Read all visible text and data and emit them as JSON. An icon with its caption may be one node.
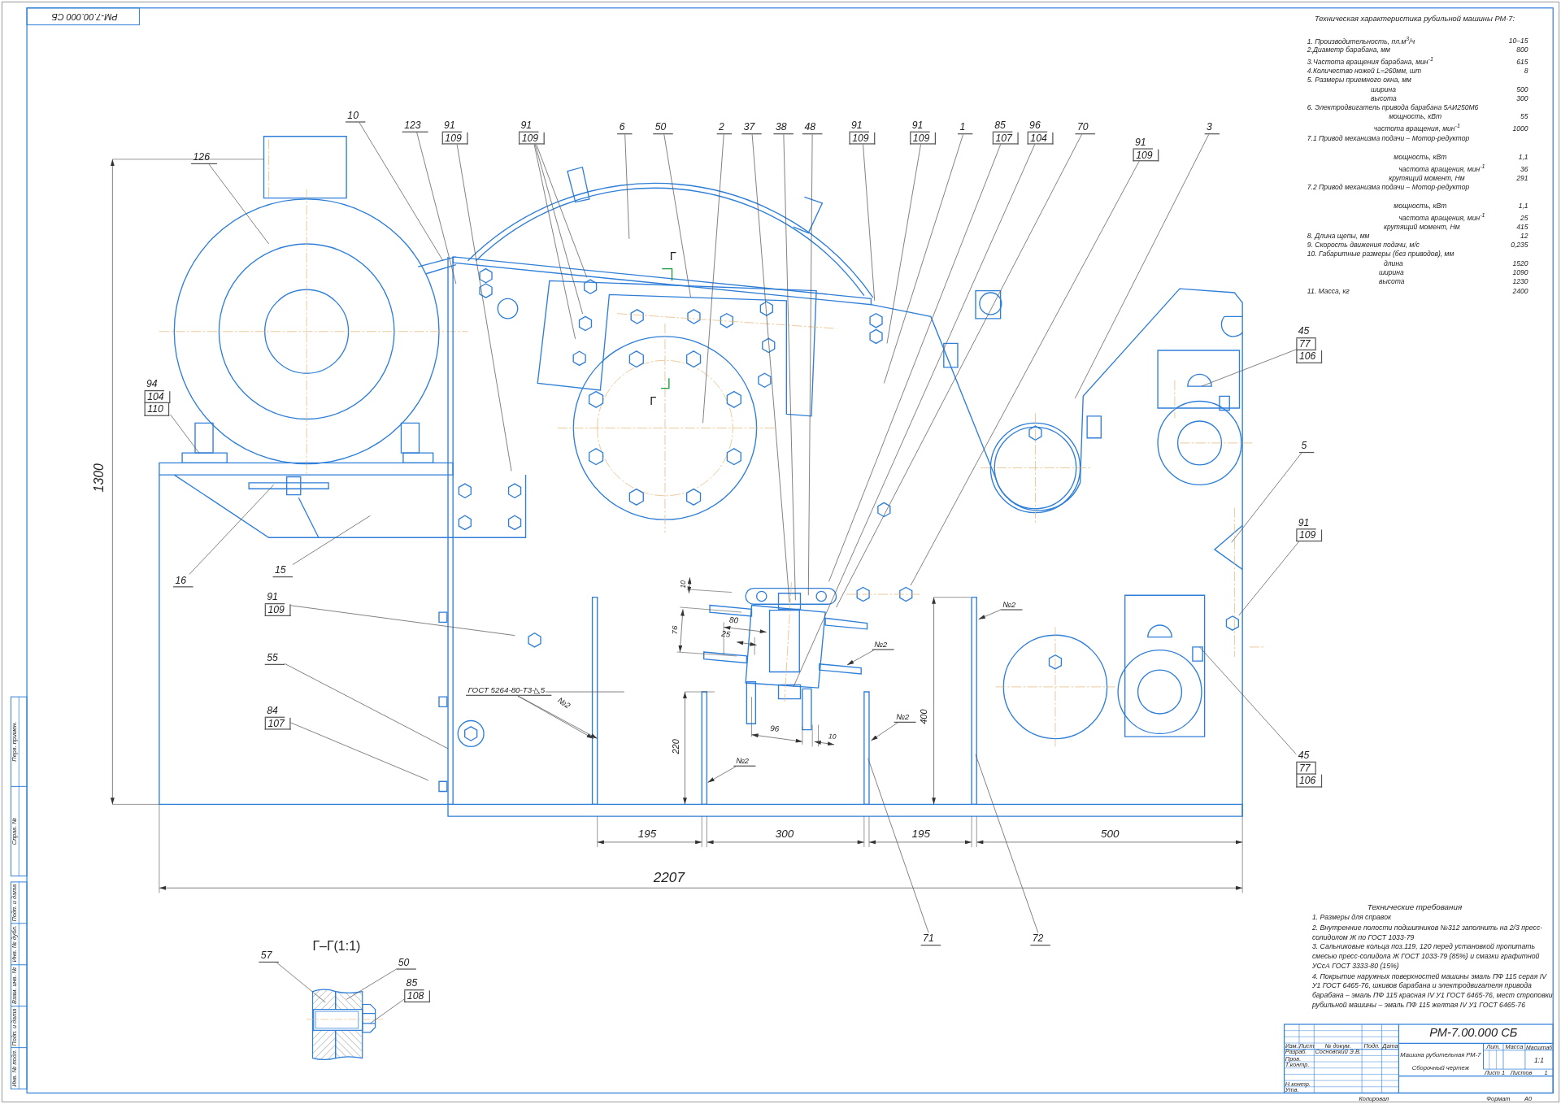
{
  "diagram": {
    "nodes": [
      {
        "text": [
          "10"
        ]
      },
      {
        "text": [
          "123"
        ]
      },
      {
        "text": [
          "91",
          "109"
        ]
      },
      {
        "text": [
          "91",
          "109"
        ]
      },
      {
        "text": [
          "6"
        ]
      },
      {
        "text": [
          "50"
        ]
      },
      {
        "text": [
          "2"
        ]
      },
      {
        "text": [
          "37"
        ]
      },
      {
        "text": [
          "38"
        ]
      },
      {
        "text": [
          "48"
        ]
      },
      {
        "text": [
          "91",
          "109"
        ]
      },
      {
        "text": [
          "91",
          "109"
        ]
      },
      {
        "text": [
          "1"
        ]
      },
      {
        "text": [
          "85",
          "107"
        ]
      },
      {
        "text": [
          "96",
          "104"
        ]
      },
      {
        "text": [
          "70"
        ]
      },
      {
        "text": [
          "91",
          "109"
        ]
      },
      {
        "text": [
          "3"
        ]
      },
      {
        "text": [
          "126"
        ]
      },
      {
        "text": [
          "94",
          "104",
          "110"
        ]
      },
      {
        "text": [
          "16"
        ]
      },
      {
        "text": [
          "15"
        ]
      },
      {
        "text": [
          "91",
          "109"
        ]
      },
      {
        "text": [
          "55"
        ]
      },
      {
        "text": [
          "84",
          "107"
        ]
      },
      {
        "text": [
          "45",
          "77",
          "106"
        ]
      },
      {
        "text": [
          "5"
        ]
      },
      {
        "text": [
          "91",
          "109"
        ]
      },
      {
        "text": [
          "45",
          "77",
          "106"
        ]
      },
      {
        "text": [
          "71"
        ]
      },
      {
        "text": [
          "72"
        ]
      },
      {
        "text": [
          "ГОСТ 5264-80-Т3-◺5"
        ]
      },
      {
        "text": [
          "№2"
        ]
      },
      {
        "text": [
          "№2"
        ]
      },
      {
        "text": [
          "№2"
        ]
      },
      {
        "text": [
          "№2"
        ]
      },
      {
        "text": [
          "57"
        ]
      },
      {
        "text": [
          "50"
        ]
      },
      {
        "text": [
          "85",
          "108"
        ]
      }
    ],
    "edges": [
      {
        "from": 0,
        "to": null,
        "arrow": "none"
      },
      {
        "from": 1,
        "to": null,
        "arrow": "none"
      },
      {
        "from": 2,
        "to": null,
        "arrow": "none"
      },
      {
        "from": 3,
        "to": null,
        "arrow": "none"
      },
      {
        "from": 3,
        "to": null,
        "arrow": "none"
      },
      {
        "from": 3,
        "to": null,
        "arrow": "none"
      },
      {
        "from": 4,
        "to": null,
        "arrow": "none"
      },
      {
        "from": 5,
        "to": null,
        "arrow": "none"
      },
      {
        "from": 6,
        "to": null,
        "arrow": "none"
      },
      {
        "from": 7,
        "to": null,
        "arrow": "none"
      },
      {
        "from": 8,
        "to": null,
        "arrow": "none"
      },
      {
        "from": 9,
        "to": null,
        "arrow": "none"
      },
      {
        "from": 10,
        "to": null,
        "arrow": "none"
      },
      {
        "from": 11,
        "to": null,
        "arrow": "none"
      },
      {
        "from": 12,
        "to": null,
        "arrow": "none"
      },
      {
        "from": 13,
        "to": null,
        "arrow": "none"
      },
      {
        "from": 14,
        "to": null,
        "arrow": "none"
      },
      {
        "from": 15,
        "to": null,
        "arrow": "none"
      },
      {
        "from": 16,
        "to": null,
        "arrow": "none"
      },
      {
        "from": 17,
        "to": null,
        "arrow": "none"
      },
      {
        "from": 18,
        "to": null,
        "arrow": "none"
      },
      {
        "from": 19,
        "to": null,
        "arrow": "none"
      },
      {
        "from": 20,
        "to": null,
        "arrow": "none"
      },
      {
        "from": 21,
        "to": null,
        "arrow": "none"
      },
      {
        "from": 22,
        "to": null,
        "arrow": "none"
      },
      {
        "from": 23,
        "to": null,
        "arrow": "none"
      },
      {
        "from": 24,
        "to": null,
        "arrow": "none"
      },
      {
        "from": 25,
        "to": null,
        "arrow": "none"
      },
      {
        "from": 26,
        "to": null,
        "arrow": "none"
      },
      {
        "from": 27,
        "to": null,
        "arrow": "none"
      },
      {
        "from": 28,
        "to": null,
        "arrow": "none"
      },
      {
        "from": 29,
        "to": null,
        "arrow": "none"
      },
      {
        "from": 30,
        "to": null,
        "arrow": "none"
      },
      {
        "from": 31,
        "to": null,
        "arrow": "to"
      },
      {
        "from": 31,
        "to": null,
        "arrow": "to"
      },
      {
        "from": 32,
        "to": null,
        "arrow": "to"
      },
      {
        "from": 33,
        "to": null,
        "arrow": "to"
      },
      {
        "from": 34,
        "to": null,
        "arrow": "to"
      },
      {
        "from": 35,
        "to": null,
        "arrow": "to"
      },
      {
        "from": 36,
        "to": null,
        "arrow": "none"
      },
      {
        "from": 37,
        "to": null,
        "arrow": "none"
      },
      {
        "from": 38,
        "to": null,
        "arrow": "none"
      }
    ],
    "labels": [
      "РМ-7.00.000 СБ",
      "Техническая характеристика рубильной машины РМ-7:",
      "1. Производительность, пл.м$^{3}$/ч",
      "10–15",
      "2.Диаметр барабана, мм",
      "800",
      "3.Частота вращения барабана, мин$^{-1}$",
      "615",
      "4.Количество ножей L=260мм, шт",
      "8",
      "5. Размеры приемного окна, мм",
      "ширина",
      "500",
      "высота",
      "300",
      "6. Электродвигатель привода барабана 5АИ250М6",
      "мощность, кВт",
      "55",
      "частота вращения, мин$^{-1}$",
      "1000",
      "7.1 Привод механизма подачи – Мотор-редуктор",
      "мощность, кВт",
      "1,1",
      "частота вращения, мин$^{-1}$",
      "36",
      "крутящий момент, Нм",
      "291",
      "7.2 Привод механизма подачи – Мотор-редуктор",
      "мощность, кВт",
      "1,1",
      "частота вращения, мин$^{-1}$",
      "25",
      "крутящий момент, Нм",
      "415",
      "8. Длина щепы, мм",
      "12",
      "9. Скорость движения подачи, м/с",
      "0,235",
      "10. Габаритные размеры (без приводов), мм",
      "длина",
      "1520",
      "ширина",
      "1090",
      "высота",
      "1230",
      "11. Масса, кг",
      "2400",
      "Г",
      "Г",
      "1300",
      "2207",
      "195",
      "300",
      "195",
      "500",
      "220",
      "400",
      "10",
      "76",
      "80",
      "25",
      "96",
      "10",
      "№2",
      "Г–Г(1:1)",
      "Технические требования",
      "1. Размеры для справок",
      "2. Внутренние полости подшипников №312 заполнить на 2/3 пресс-солидолом Ж по ГОСТ 1033-79",
      "3. Сальниковые кольца поз.119, 120 перед установкой пропитать смесью пресс-солидола Ж ГОСТ 1033-79 (85%) и смазки графитной УСсА ГОСТ 3333-80 (15%)",
      "4. Покрытие наружных поверхностей машины эмаль ПФ 115 серая IV У1 ГОСТ 6465-76, шкивов барабана и электродвигателя привода барабана – эмаль ПФ 115 красная IV У1 ГОСТ 6465-76, мест строповки рубильной машины – эмаль ПФ 115 желтая IV У1 ГОСТ 6465-76",
      "РМ-7.00.000 СБ",
      "Изм.",
      "Лист",
      "№ докум.",
      "Подп.",
      "Дата",
      "Разраб.",
      "Сосновский Э.В.",
      "Пров.",
      "Т.контр.",
      "Н.контр.",
      "Утв.",
      "Машина рубительная РМ-7",
      "Сборочный чертеж",
      "Лит.",
      "Масса",
      "Масштаб",
      "1:1",
      "Лист",
      "1",
      "Листов",
      "1",
      "Перв. примен.",
      "Справ. №",
      "Подп. и дата",
      "Инв. № дубл.",
      "Взам. инв. №",
      "Подп. и дата",
      "Инв. № подл.",
      "Копировал",
      "Формат",
      "А0"
    ]
  }
}
